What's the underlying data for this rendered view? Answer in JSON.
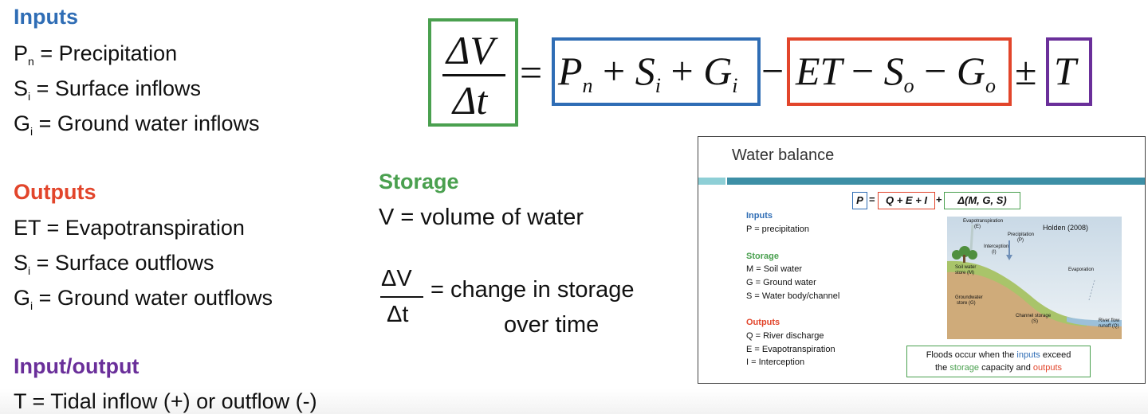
{
  "inputs": {
    "title": "Inputs",
    "lines": [
      {
        "sym": "P",
        "sub": "n",
        "text": " = Precipitation"
      },
      {
        "sym": "S",
        "sub": "i",
        "text": " = Surface inflows"
      },
      {
        "sym": "G",
        "sub": "i",
        "text": " = Ground water inflows"
      }
    ]
  },
  "outputs": {
    "title": "Outputs",
    "lines": [
      {
        "sym": "ET",
        "sub": "",
        "text": " = Evapotranspiration"
      },
      {
        "sym": "S",
        "sub": "i",
        "text": " = Surface outflows"
      },
      {
        "sym": "G",
        "sub": "i",
        "text": " = Ground water outflows"
      }
    ]
  },
  "inout": {
    "title": "Input/output",
    "line": "T = Tidal inflow (+) or outflow (-)"
  },
  "storage": {
    "title": "Storage",
    "line": "V = volume of water",
    "frac_num": "ΔV",
    "frac_den": "Δt",
    "desc1": "= change in storage",
    "desc2": "over time"
  },
  "equation": {
    "num": "ΔV",
    "den": "Δt",
    "eq": "=",
    "p": "P",
    "p_sub": "n",
    "plus1": "+",
    "s": "S",
    "s_sub": "i",
    "plus2": "+",
    "g": "G",
    "g_sub": "i",
    "minus0": "−",
    "et": "ET",
    "minus1": "−",
    "so": "S",
    "so_sub": "o",
    "minus2": "−",
    "go": "G",
    "go_sub": "o",
    "pm": "±",
    "t": "T"
  },
  "slide": {
    "title": "Water balance",
    "eq_p": "P",
    "eq_eq": "=",
    "eq_mid": "Q + E + I",
    "eq_plus": "+",
    "eq_delta": "Δ(M, G, S)",
    "inputs_title": "Inputs",
    "inputs": [
      "P = precipitation"
    ],
    "storage_title": "Storage",
    "storage": [
      "M = Soil water",
      "G = Ground water",
      "S = Water body/channel"
    ],
    "outputs_title": "Outputs",
    "outputs": [
      "Q = River discharge",
      "E = Evapotranspiration",
      "I = Interception"
    ],
    "fig_source": "Holden (2008)",
    "fig_labels": {
      "evapotranspiration": "Evapotranspiration",
      "evap_sym": "(E)",
      "precipitation": "Precipitation",
      "precip_sym": "(P)",
      "interception": "Interception",
      "intercept_sym": "(I)",
      "soil": "Soil water",
      "soil2": "store (M)",
      "evaporation": "Evaporation",
      "groundwater": "Groundwater",
      "groundwater2": "store (G)",
      "channel": "Channel storage",
      "channel2": "(S)",
      "river": "River flow",
      "river2": "runoff (Q)"
    },
    "note_1": "Floods occur when the ",
    "note_inputs": "inputs",
    "note_2": " exceed",
    "note_3": "the ",
    "note_storage": "storage",
    "note_4": " capacity and ",
    "note_outputs": "outputs"
  }
}
